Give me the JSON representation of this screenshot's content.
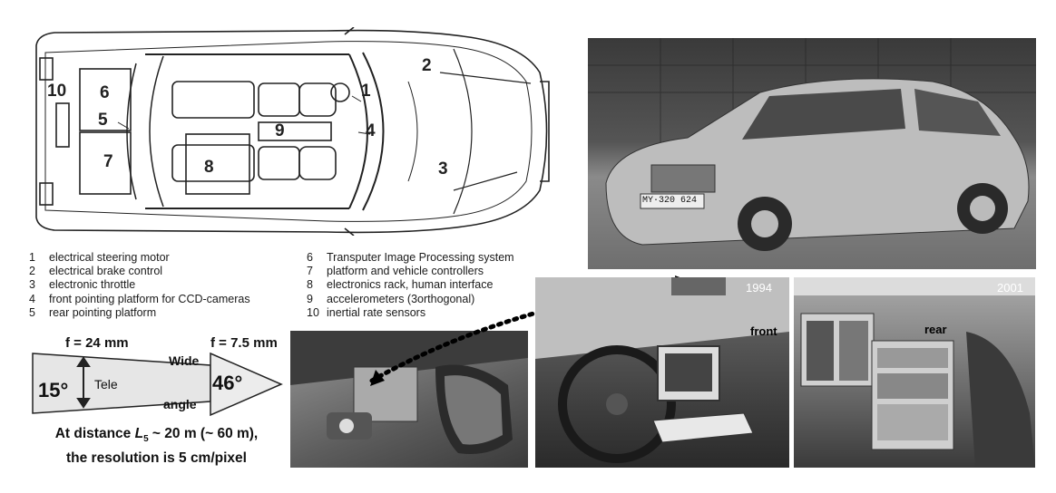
{
  "diagram": {
    "numbers": [
      "10",
      "6",
      "5",
      "7",
      "8",
      "9",
      "1",
      "4",
      "2",
      "3"
    ]
  },
  "legend_left": [
    {
      "n": "1",
      "text": "electrical steering motor"
    },
    {
      "n": "2",
      "text": "electrical brake control"
    },
    {
      "n": "3",
      "text": "electronic throttle"
    },
    {
      "n": "4",
      "text": "front  pointing platform for CCD-cameras"
    },
    {
      "n": "5",
      "text": "rear pointing platform"
    }
  ],
  "legend_right": [
    {
      "n": "6",
      "text": "Transputer Image Processing system"
    },
    {
      "n": "7",
      "text": "platform and vehicle controllers"
    },
    {
      "n": "8",
      "text": "electronics rack, human interface"
    },
    {
      "n": "9",
      "text": "accelerometers (3orthogonal)"
    },
    {
      "n": "10",
      "text": "inertial rate sensors"
    }
  ],
  "lens": {
    "tele_focal": "f = 24 mm",
    "wide_focal": "f = 7.5 mm",
    "tele_angle": "15°",
    "tele_label": "Tele",
    "wide_label": "Wide",
    "angle_label": "angle",
    "wide_angle": "46°"
  },
  "caption": {
    "line1_pre": "At distance ",
    "line1_L": "L",
    "line1_sub": "5",
    "line1_post": " ~ 20 m (~ 60 m),",
    "line2": "the resolution is 5 cm/pixel"
  },
  "photos": {
    "front_year": "1994",
    "front_label": "front",
    "rear_year": "2001",
    "rear_label": "rear",
    "plate": "MY·320 624"
  }
}
